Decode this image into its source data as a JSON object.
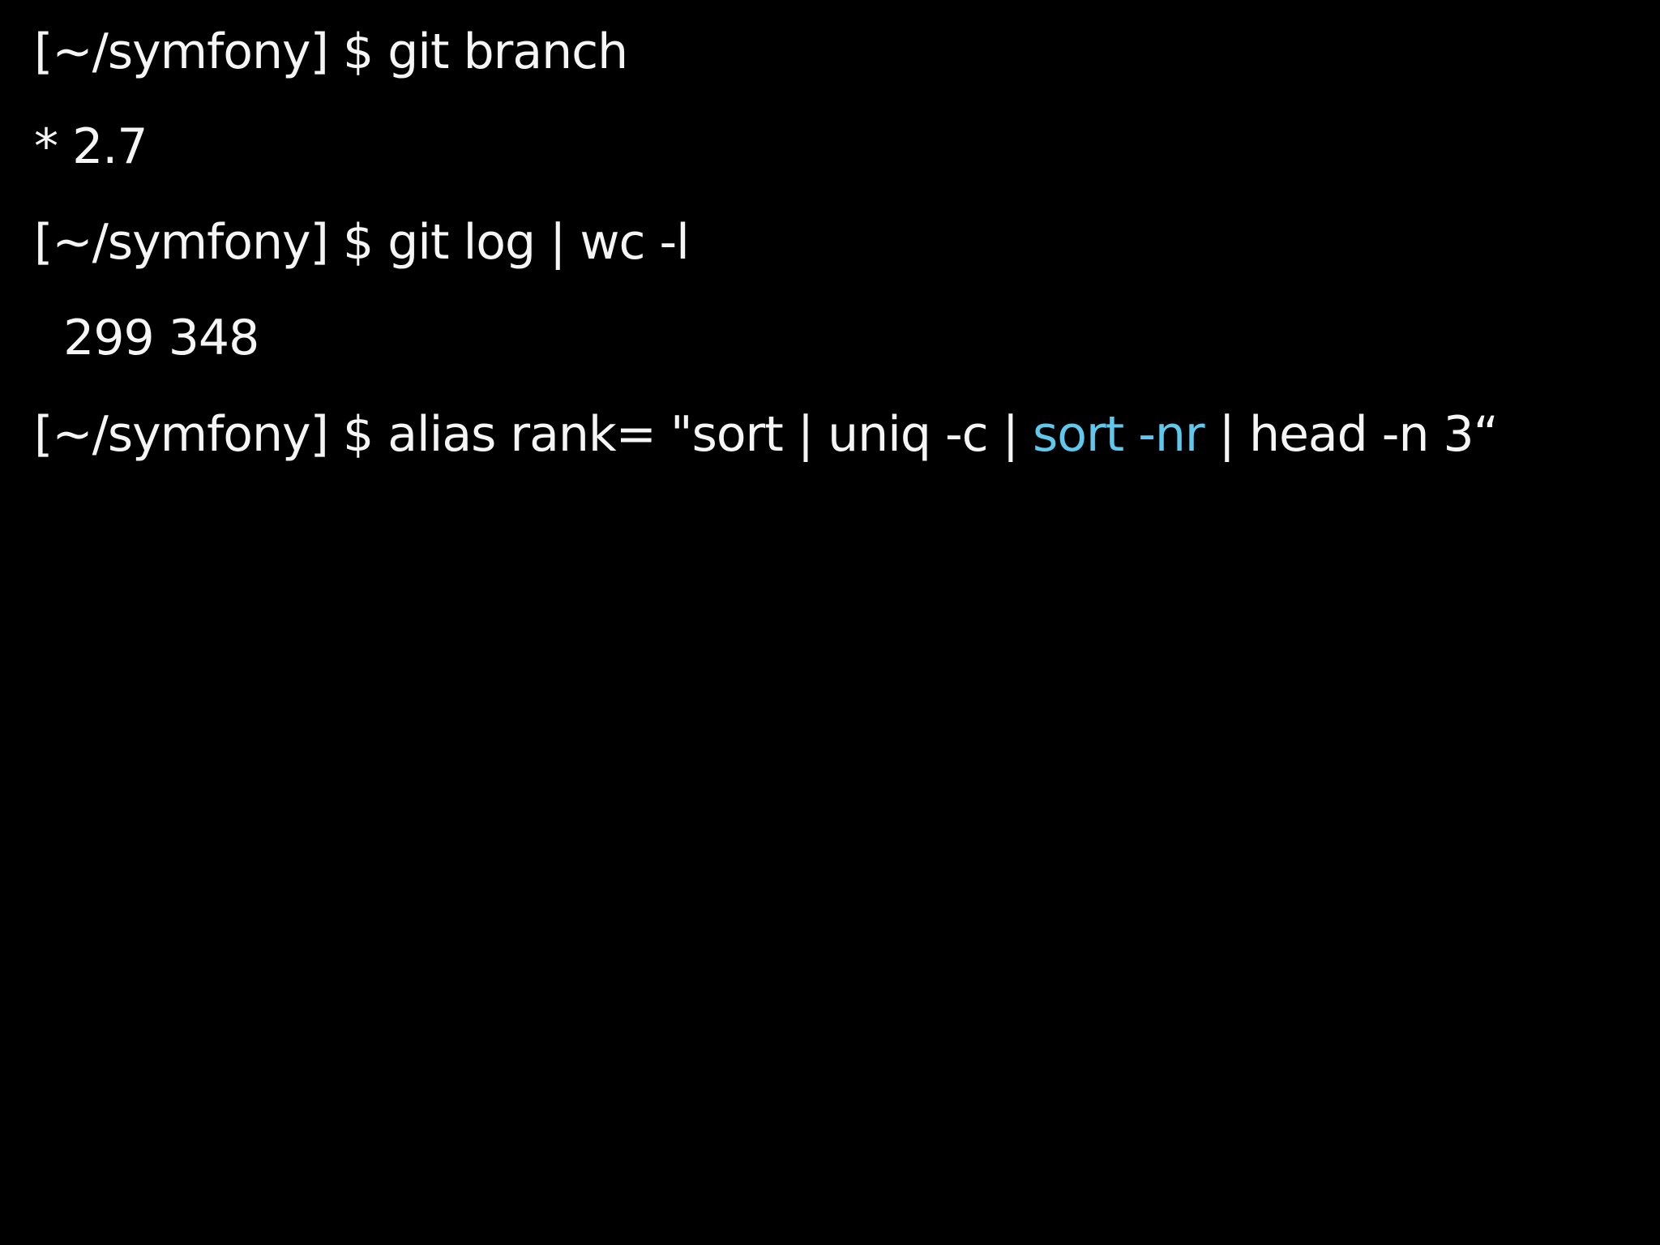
{
  "colors": {
    "background": "#000000",
    "text": "#f5f5f5",
    "highlight": "#5ec8ed"
  },
  "terminal": {
    "lines": [
      {
        "prompt": "[~/symfony] $ ",
        "command": "git branch"
      },
      {
        "output": "* 2.7"
      },
      {
        "prompt": "[~/symfony] $ ",
        "command": "git log | wc -l"
      },
      {
        "output": "  299 348"
      },
      {
        "prompt": "[~/symfony] $ ",
        "command_before": "alias rank= \"sort | uniq -c | ",
        "command_highlight": "sort -nr",
        "command_after": " | head -n 3“"
      }
    ]
  }
}
